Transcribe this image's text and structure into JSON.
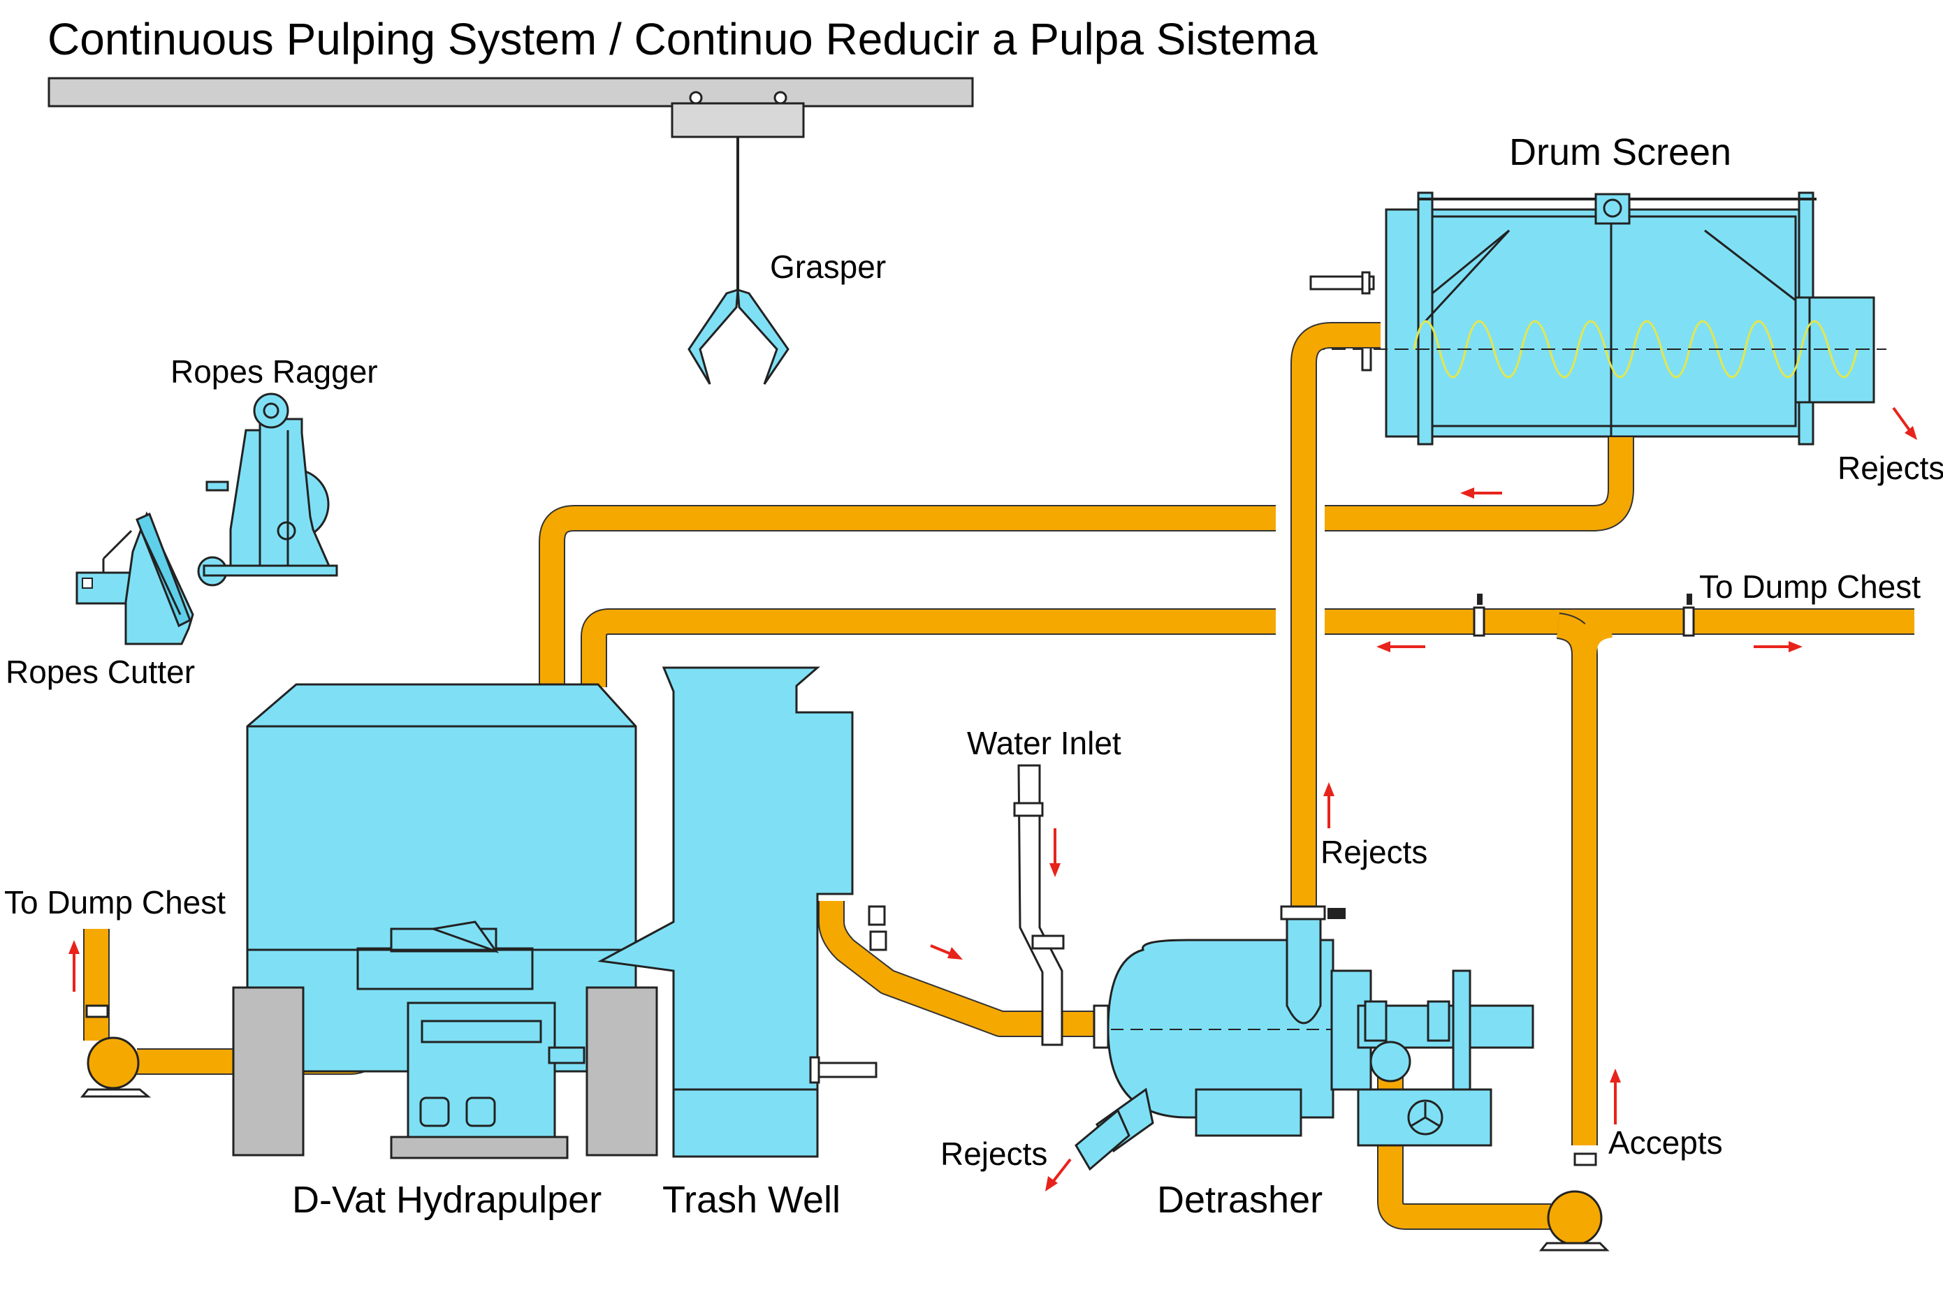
{
  "title": "Continuous Pulping System / Continuo Reducir a Pulpa Sistema",
  "labels": {
    "grasper": "Grasper",
    "ropes_ragger": "Ropes Ragger",
    "ropes_cutter": "Ropes Cutter",
    "drum_screen": "Drum Screen",
    "rejects_drum": "Rejects",
    "to_dump_chest_right": "To Dump Chest",
    "water_inlet": "Water Inlet",
    "rejects_vertical": "Rejects",
    "to_dump_chest_left": "To Dump Chest",
    "rejects_detrasher": "Rejects",
    "accepts": "Accepts",
    "d_vat_hydrapulper": "D-Vat Hydrapulper",
    "trash_well": "Trash Well",
    "detrasher": "Detrasher"
  },
  "colors": {
    "equipment": "#7fe0f5",
    "pipe": "#f5a800",
    "arrow": "#e8231b",
    "concrete": "#bdbdbd"
  }
}
